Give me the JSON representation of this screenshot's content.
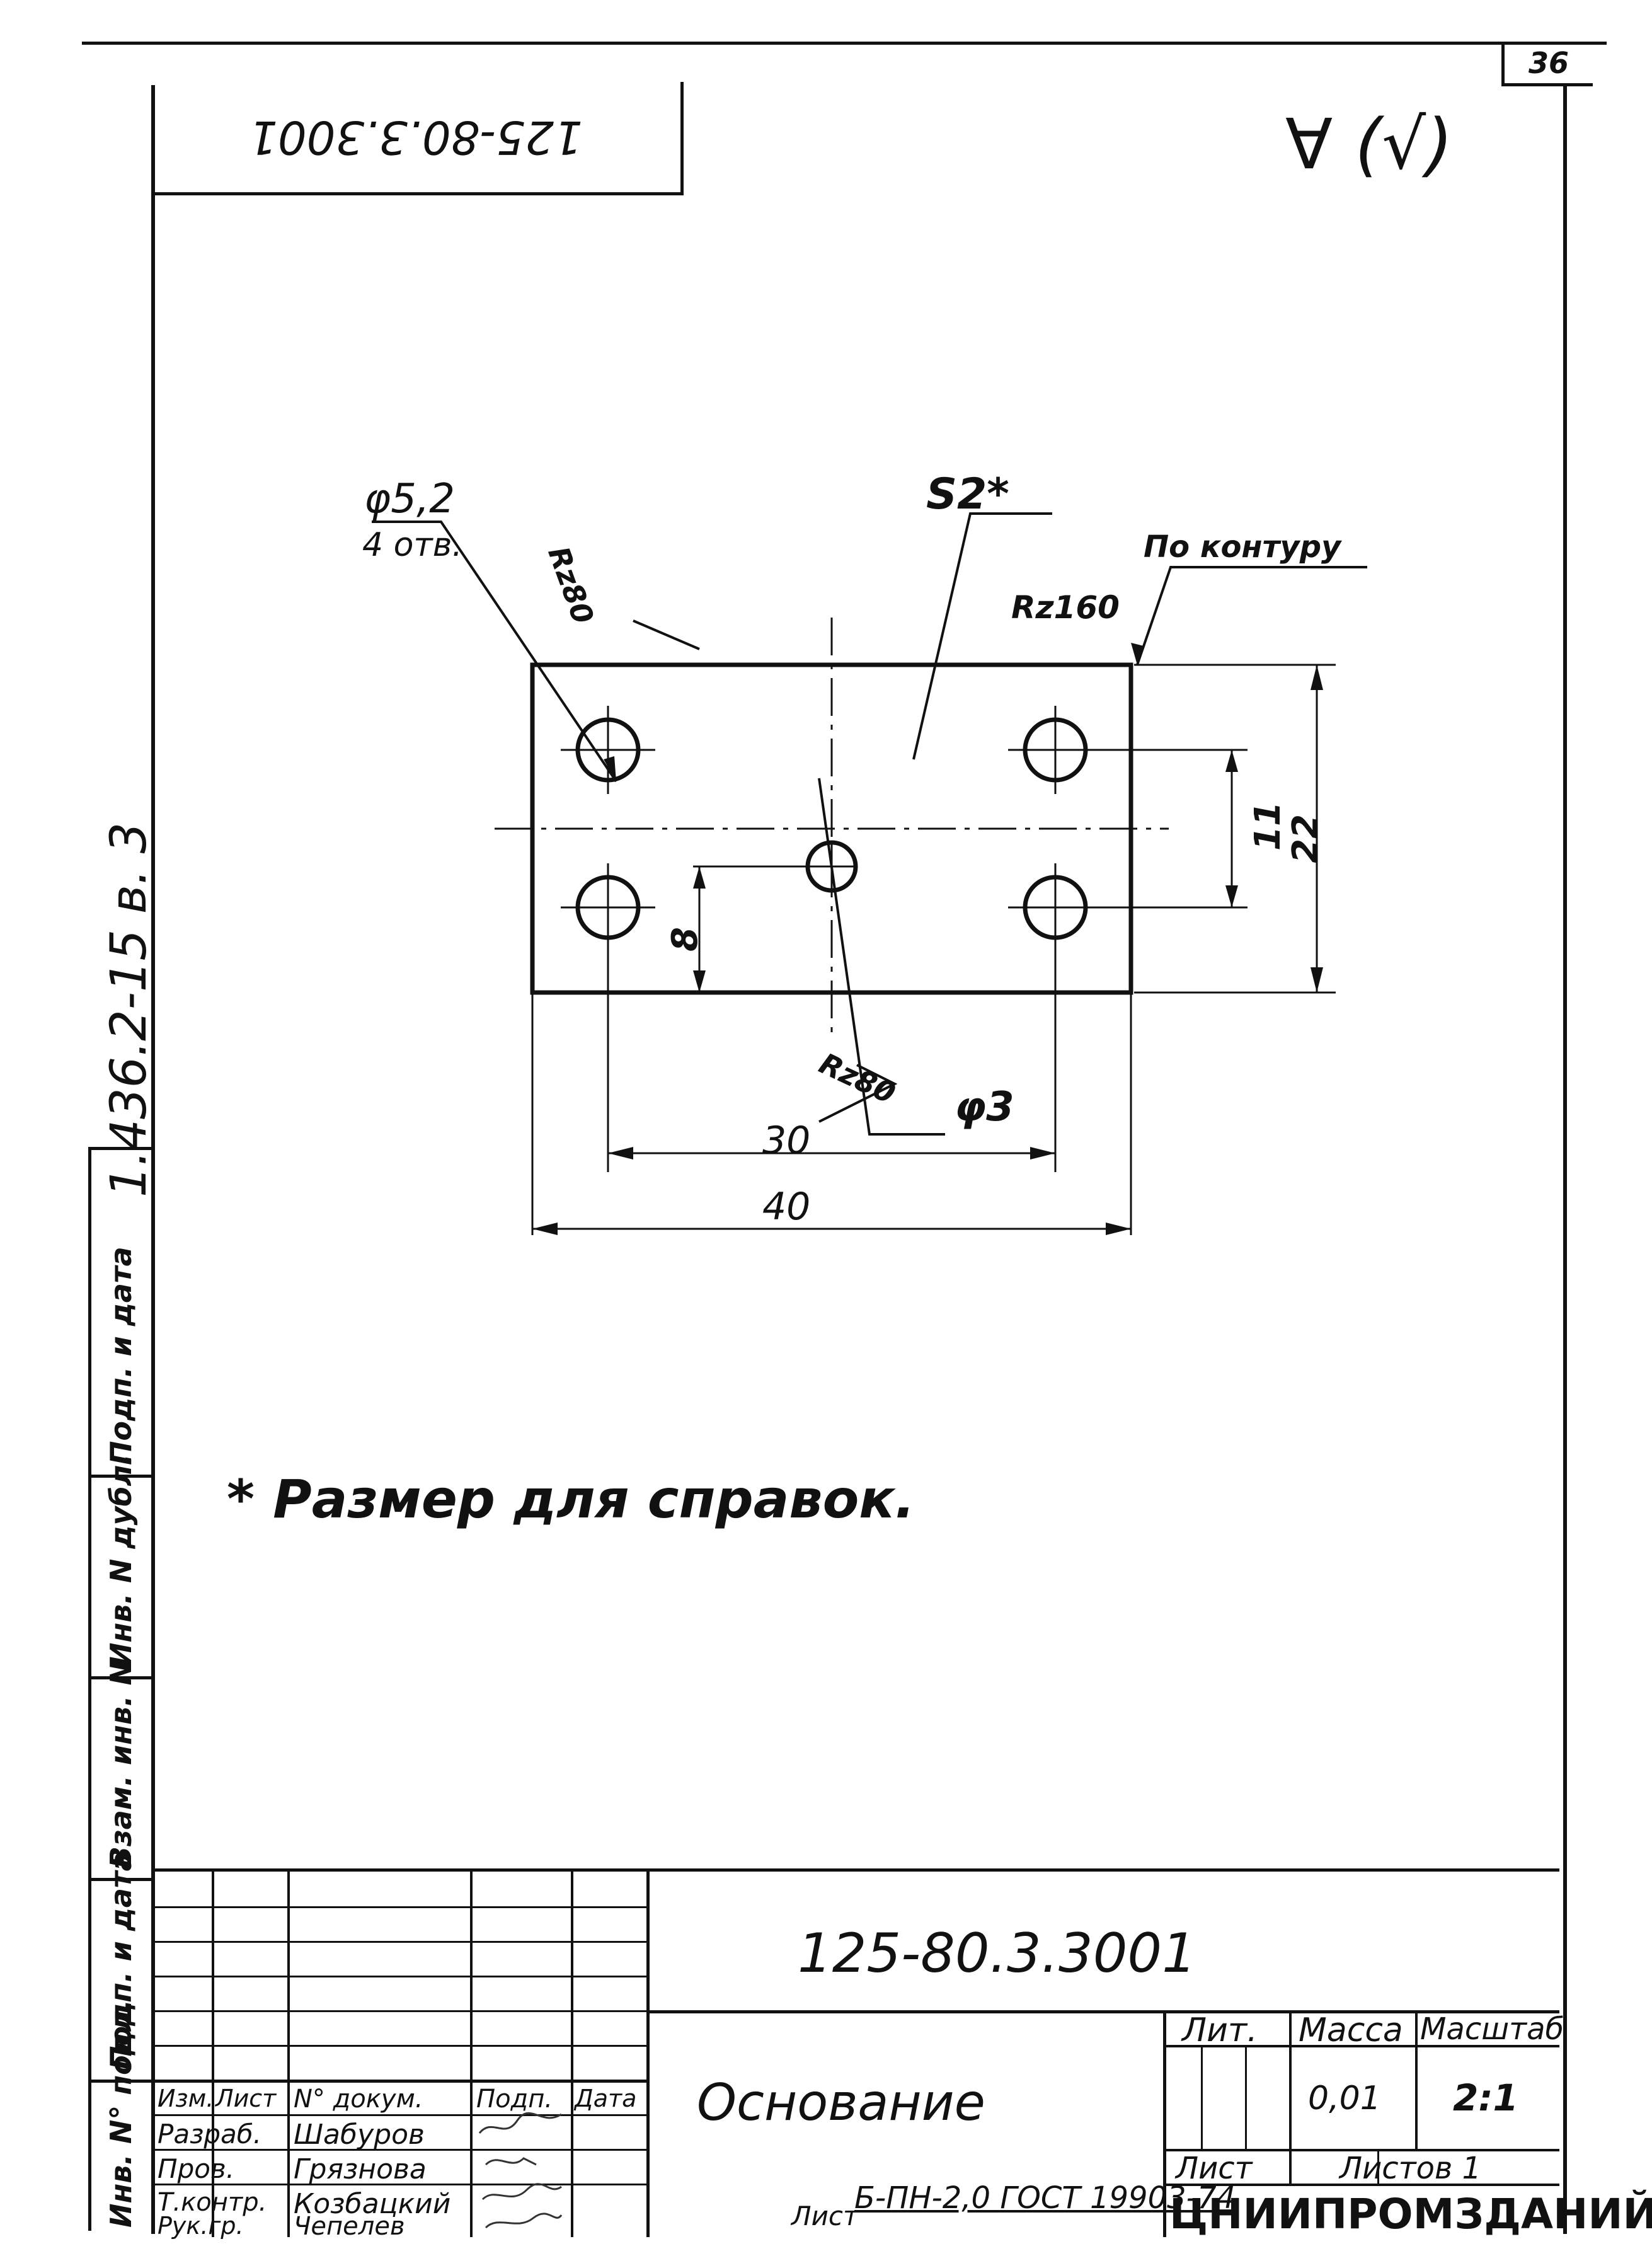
{
  "sheet_number": "36",
  "mirrored_code": "125-80.3.3001",
  "roughness_symbol": "∀ (√)",
  "vertical_designation": "1.436.2-15   в. 3",
  "side_stamps": [
    "Инв. N° подл.",
    "Подп. и дата",
    "Взам. инв. N",
    "Инв. N дубл.",
    "Подп. и дата"
  ],
  "drawing": {
    "hole_label": "φ5,2",
    "hole_count": "4 отв.",
    "rz80_a": "Rz80",
    "rz80_b": "Rz80",
    "thickness": "S2*",
    "contour_label": "По контуру",
    "rz160": "Rz160",
    "center_hole": "φ3",
    "dim_11": "11",
    "dim_22": "22",
    "dim_8": "8",
    "dim_30": "30",
    "dim_40": "40"
  },
  "note": "* Размер для справок.",
  "title_block": {
    "designation": "125-80.3.3001",
    "part_name": "Основание",
    "col_izm": "Изм.",
    "col_list": "Лист",
    "col_doc": "N° докум.",
    "col_podp": "Подп.",
    "col_data": "Дата",
    "roles": [
      "Разраб.",
      "Пров.",
      "Т.контр.",
      "Рук.гр."
    ],
    "names": [
      "Шабуров",
      "Грязнова",
      "Козбацкий",
      "Чепелев"
    ],
    "lit_label": "Лит.",
    "mass_label": "Масса",
    "scale_label": "Масштаб",
    "mass_value": "0,01",
    "scale_value": "2:1",
    "sheet_label": "Лист",
    "sheets_label": "Листов 1",
    "material_prefix": "Лист",
    "material": "Б-ПН-2,0 ГОСТ 19903-74",
    "organization": "ЦНИИПРОМЗДАНИЙ"
  }
}
